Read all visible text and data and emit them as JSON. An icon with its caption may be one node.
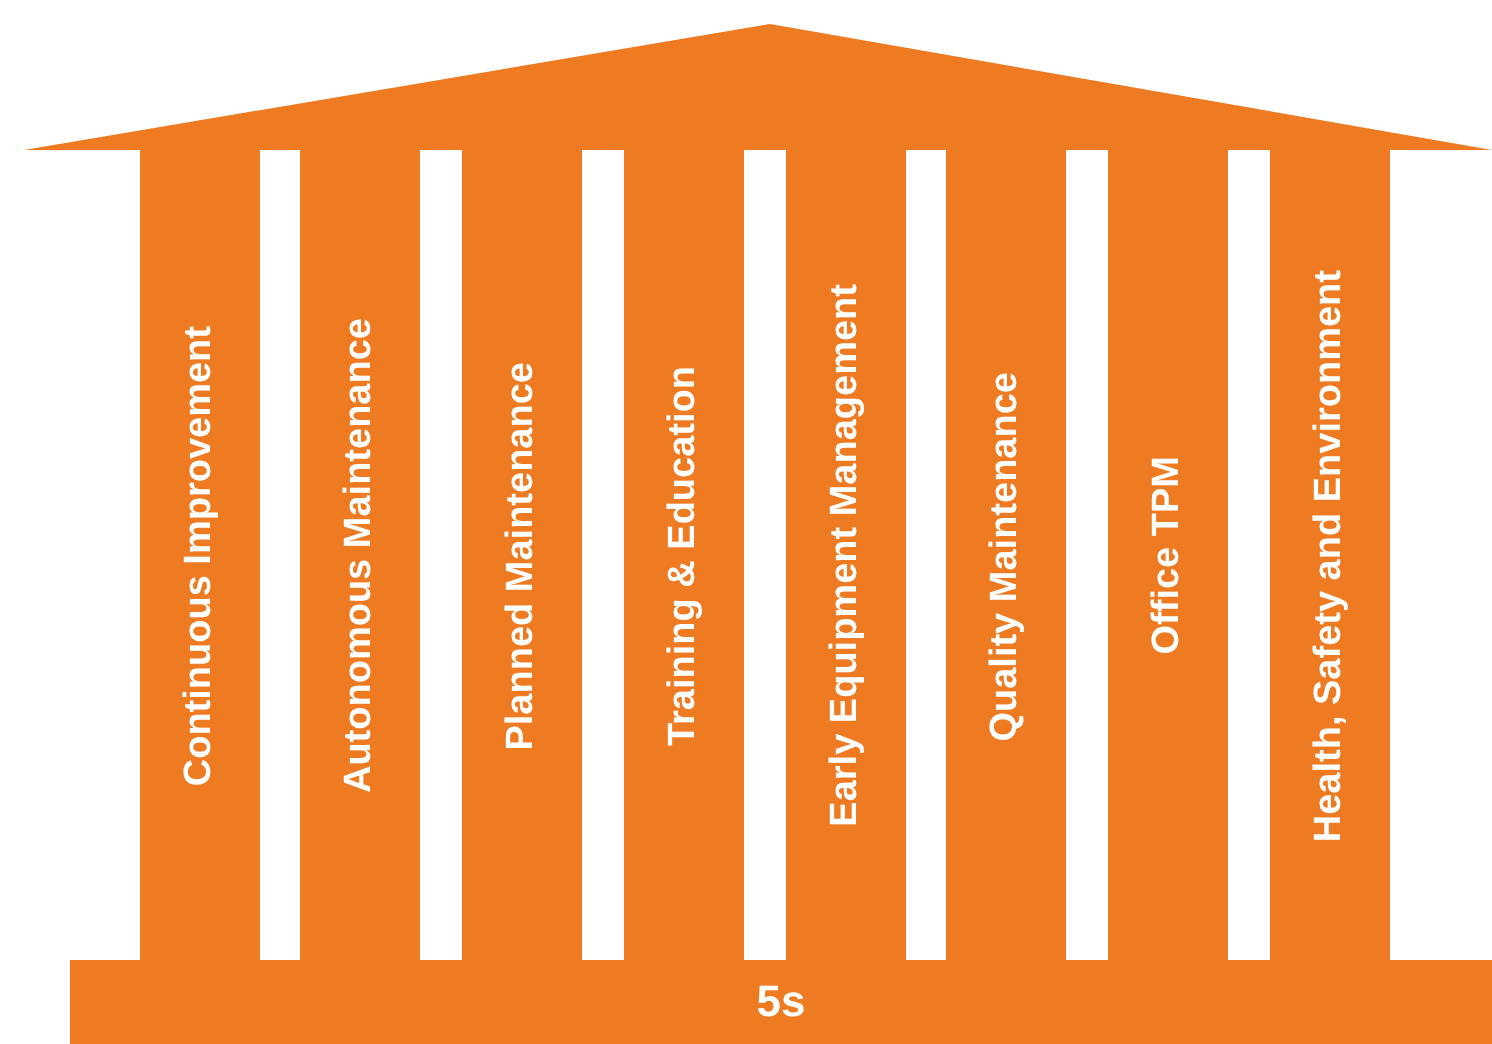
{
  "diagram": {
    "nodes": [
      {
        "text": [
          "Continuous Improvement"
        ]
      },
      {
        "text": [
          "Autonomous Maintenance"
        ]
      },
      {
        "text": [
          "Planned Maintenance"
        ]
      },
      {
        "text": [
          "Training & Education"
        ]
      },
      {
        "text": [
          "Early Equipment Management"
        ]
      },
      {
        "text": [
          "Quality Maintenance"
        ]
      },
      {
        "text": [
          "Office TPM"
        ]
      },
      {
        "text": [
          "Health, Safety and Environment"
        ]
      },
      {
        "text": [
          "5s"
        ]
      }
    ],
    "edges": []
  }
}
